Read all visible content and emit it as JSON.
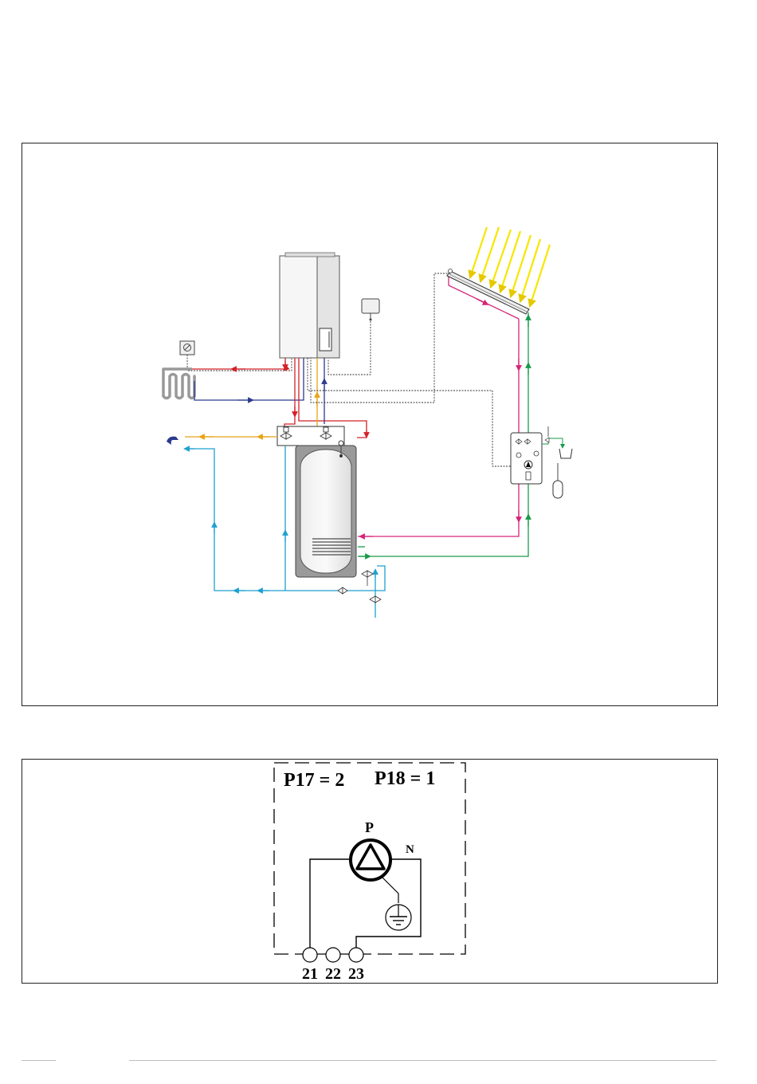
{
  "wiring": {
    "param1": "P17 = 2",
    "param2": "P18 = 1",
    "pump_label": "P",
    "neutral_label": "N",
    "terminals": [
      "21",
      "22",
      "23"
    ]
  },
  "colors": {
    "flow_red": "#d42027",
    "return_blue": "#2b3a8f",
    "dhw_orange": "#e8a317",
    "cold_cyan": "#1ea0cf",
    "solar_magenta": "#d6247a",
    "solar_green": "#1a9a4a",
    "sun_yellow": "#f7e600",
    "wiring_dotted": "#333333"
  },
  "icons": {
    "tap": "tap-icon",
    "sun": "sun-rays-icon",
    "pump": "pump-icon",
    "ground": "ground-icon",
    "expansion_vessel": "expansion-vessel-icon",
    "room_thermostat": "room-thermostat-icon",
    "outdoor_sensor": "outdoor-sensor-icon"
  }
}
